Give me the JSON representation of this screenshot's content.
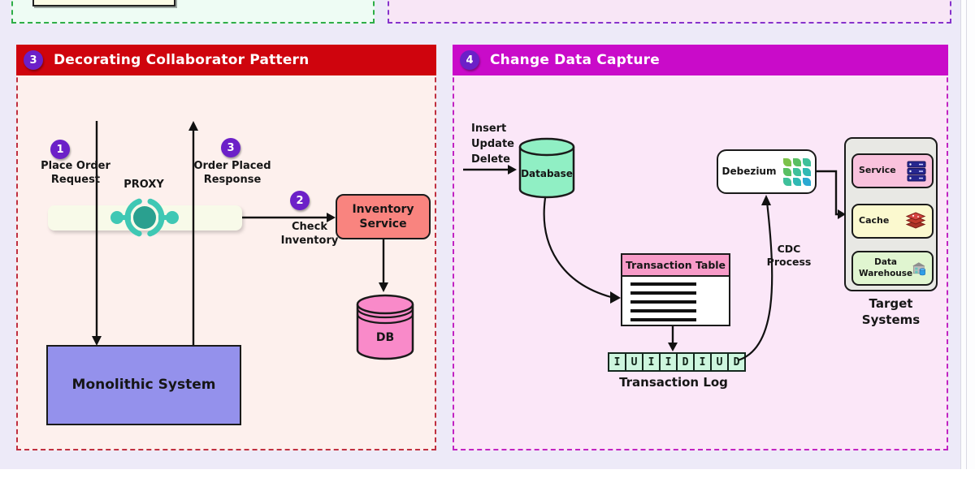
{
  "colors": {
    "page_background": "#edeaf8",
    "panel3_header": "#cf040d",
    "panel4_header": "#c90bc9",
    "badge_purple": "#6c20c8",
    "proxy_teal": "#3fc8b4",
    "monolith_fill": "#9491ec",
    "inventory_fill": "#f9847f",
    "db_pink": "#f98ac9",
    "database_mint": "#90efc4",
    "table_header_pink": "#f79bc8",
    "log_cell_mint": "#cdf6de"
  },
  "panel3": {
    "badge": "3",
    "title": "Decorating Collaborator Pattern",
    "steps": {
      "place_order": {
        "badge": "1",
        "label": "Place Order\nRequest"
      },
      "check_inventory": {
        "badge": "2",
        "label": "Check\nInventory"
      },
      "order_placed": {
        "badge": "3",
        "label": "Order Placed\nResponse"
      }
    },
    "proxy_label": "PROXY",
    "inventory_service_label": "Inventory\nService",
    "db_label": "DB",
    "monolith_label": "Monolithic System"
  },
  "panel4": {
    "badge": "4",
    "title": "Change Data Capture",
    "operations": "Insert\nUpdate\nDelete",
    "database_label": "Database",
    "transaction_table_title": "Transaction Table",
    "log_entries": [
      "I",
      "U",
      "I",
      "I",
      "D",
      "I",
      "U",
      "D"
    ],
    "transaction_log_label": "Transaction Log",
    "cdc_label": "CDC\nProcess",
    "debezium_label": "Debezium",
    "targets": {
      "service": "Service",
      "cache": "Cache",
      "warehouse": "Data\nWarehouse",
      "caption": "Target\nSystems"
    }
  }
}
